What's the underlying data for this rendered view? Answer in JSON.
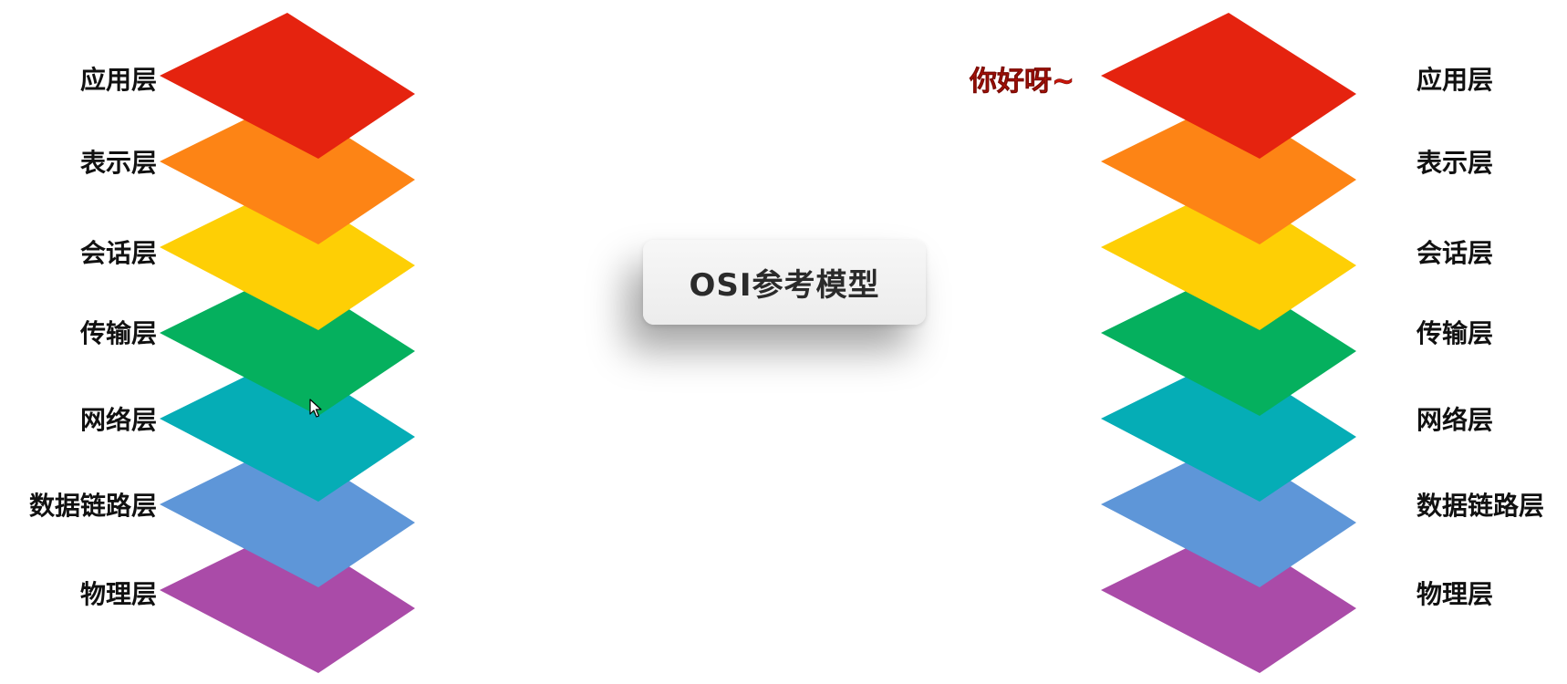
{
  "title": "OSI参考模型",
  "greeting": "你好呀~",
  "layers": [
    {
      "name": "应用层",
      "color": "#e5230f"
    },
    {
      "name": "表示层",
      "color": "#fd8415"
    },
    {
      "name": "会话层",
      "color": "#fecf05"
    },
    {
      "name": "传输层",
      "color": "#05b05e"
    },
    {
      "name": "网络层",
      "color": "#05adb6"
    },
    {
      "name": "数据链路层",
      "color": "#5e96d8"
    },
    {
      "name": "物理层",
      "color": "#aa4ba8"
    }
  ],
  "icons": {
    "cursor": "mouse-pointer-icon"
  }
}
